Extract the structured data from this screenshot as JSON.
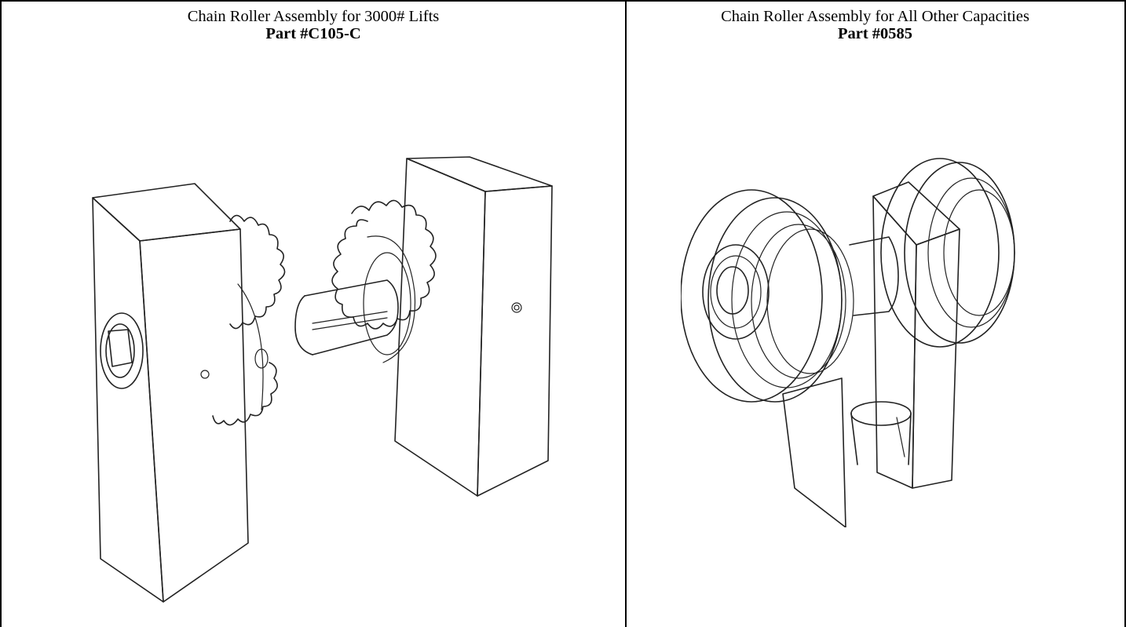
{
  "panels": [
    {
      "caption": "Chain Roller Assembly  for 3000# Lifts",
      "part": "Part #C105-C",
      "illustration": "chain-roller-assembly-sprockets"
    },
    {
      "caption": "Chain Roller Assembly for All Other Capacities",
      "part": "Part #0585",
      "illustration": "chain-roller-assembly-pulleys"
    }
  ]
}
